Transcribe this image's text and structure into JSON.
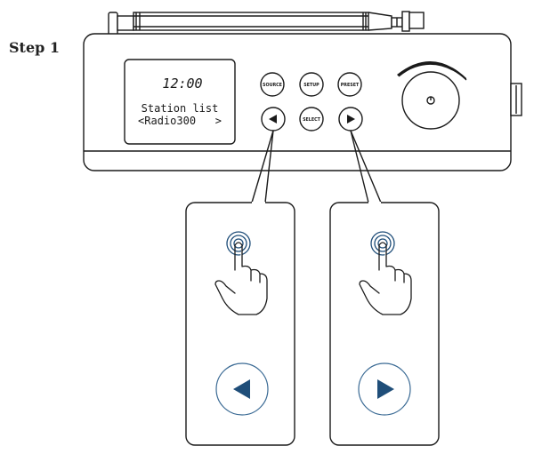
{
  "step_label": "Step 1",
  "display": {
    "time": "12:00",
    "line1": "Station list",
    "line2": "<Radio300   >"
  },
  "buttons": {
    "source": "SOURCE",
    "setup": "SETUP",
    "preset": "PRESET",
    "select": "SELECT"
  },
  "colors": {
    "line": "#1a1a1a",
    "accent": "#1f4e79",
    "ring": "#3a6a94"
  },
  "icons": {
    "left": "left-arrow-icon",
    "right": "right-arrow-icon",
    "power": "power-icon",
    "tap": "tap-hand-icon"
  }
}
